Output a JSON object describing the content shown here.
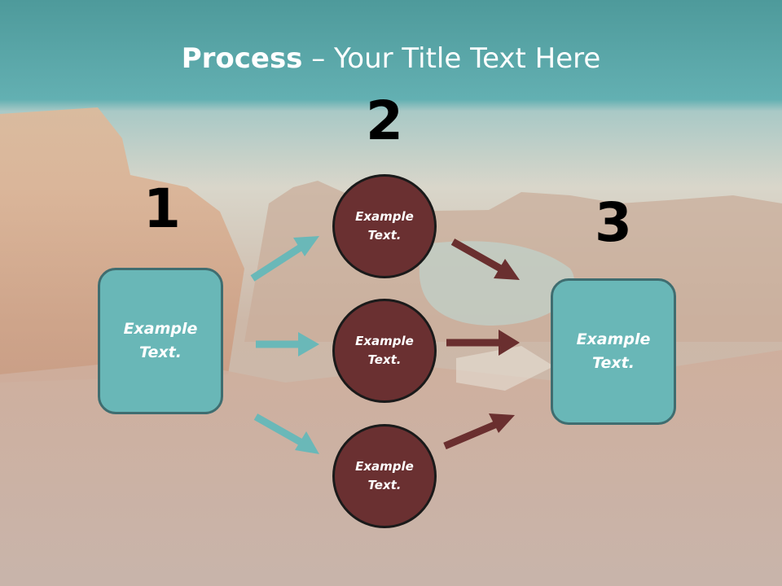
{
  "title": {
    "bold": "Process",
    "rest": " – Your Title Text Here"
  },
  "numbers": [
    "1",
    "2",
    "3"
  ],
  "left_box": {
    "label": "Example\nText."
  },
  "circles": [
    {
      "label": "Example\nText."
    },
    {
      "label": "Example\nText."
    },
    {
      "label": "Example\nText."
    }
  ],
  "right_box": {
    "label": "Example\nText."
  },
  "colors": {
    "teal": "#69b7b7",
    "maroon": "#6a3031",
    "teal_arrow": "#6ab8b8",
    "maroon_arrow": "#6a2f2f"
  }
}
